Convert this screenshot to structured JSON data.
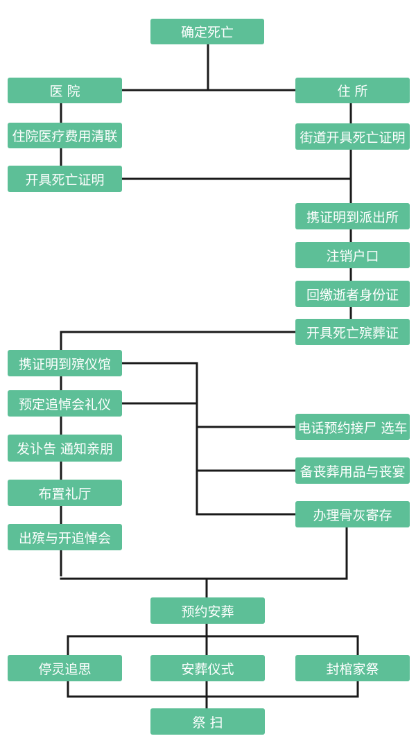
{
  "nodes": {
    "confirm_death": "确定死亡",
    "hospital": "医 院",
    "residence": "住 所",
    "hospital_fee": "住院医疗费用清联",
    "street_cert": "街道开具死亡证明",
    "hospital_cert": "开具死亡证明",
    "police_station": "携证明到派出所",
    "cancel_hukou": "注销户口",
    "return_id": "回缴逝者身份证",
    "funeral_cert": "开具死亡殡葬证",
    "funeral_home": "携证明到殡仪馆",
    "book_memorial": "预定追悼会礼仪",
    "obituary": "发讣告 通知亲朋",
    "arrange_hall": "布置礼厅",
    "memorial_service": "出殡与开追悼会",
    "book_transport": "电话预约接尸 选车",
    "funeral_goods": "备丧葬用品与丧宴",
    "ash_storage": "办理骨灰寄存",
    "book_burial": "预约安葬",
    "vigil": "停灵追思",
    "burial_ceremony": "安葬仪式",
    "family_rites": "封棺家祭",
    "tomb_sweeping": "祭 扫"
  },
  "colors": {
    "box_fill": "#5dbf97",
    "box_text": "#ffffff",
    "line": "#1a1a1a"
  }
}
